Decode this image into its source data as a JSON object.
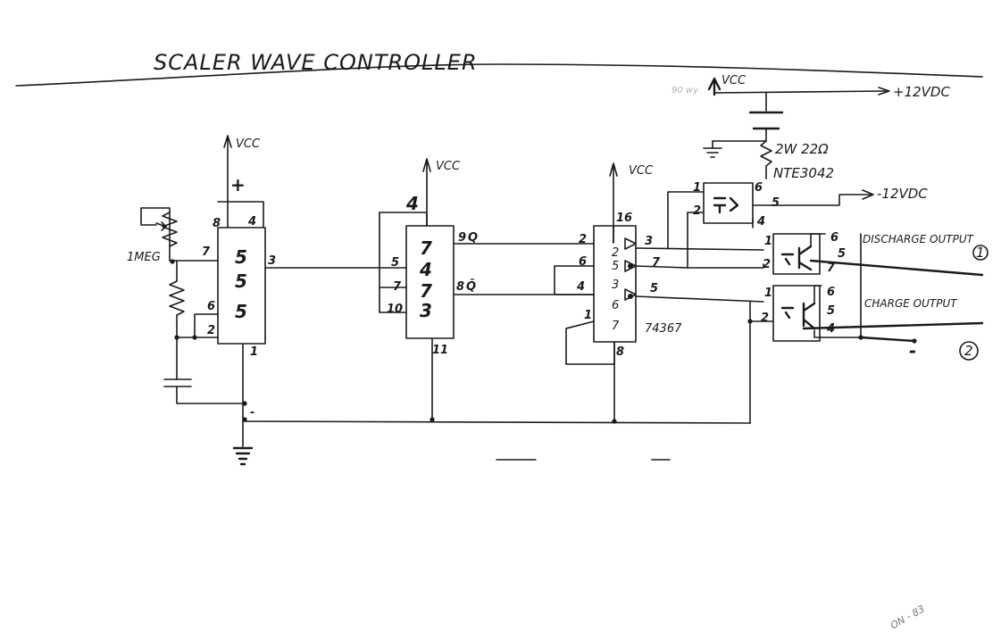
{
  "title": "SCALER WAVE CONTROLLER",
  "colors": {
    "ink": "#1a1a1a",
    "paper": "#ffffff"
  },
  "supply": {
    "vcc_555": "VCC",
    "vcc_4017": "VCC",
    "vcc_74367": "VCC",
    "vcc_top": "VCC",
    "plus": "+",
    "plus12": "+12VDC",
    "minus12": "-12VDC",
    "resistor": "2W 22Ω",
    "part": "NTE3042",
    "pot": "1MEG"
  },
  "ic555": {
    "body": [
      "5",
      "5",
      "5"
    ],
    "pins": {
      "p8": "8",
      "p4": "4",
      "p7": "7",
      "p3": "3",
      "p6": "6",
      "p2": "2",
      "p1": "1"
    }
  },
  "ic4017": {
    "body": [
      "7",
      "4",
      "7",
      "3"
    ],
    "pins": {
      "p4": "4",
      "p5": "5",
      "p7": "7",
      "p10": "10",
      "p9": "9",
      "q": "Q",
      "p8": "8",
      "qbar": "Q̄",
      "p11": "11"
    }
  },
  "ic74367": {
    "label": "74367",
    "pins": {
      "p16": "16",
      "p2": "2",
      "p6": "6",
      "p4": "4",
      "p1": "1",
      "p3": "3",
      "p7": "7",
      "p5": "5",
      "p8": "8"
    },
    "inner": {
      "a": "2",
      "b": "5",
      "c": "3",
      "d": "6",
      "e": "7"
    }
  },
  "optos": {
    "top": {
      "p1": "1",
      "p2": "2",
      "p6": "6",
      "p5": "5",
      "p7": "7"
    },
    "bottom": {
      "p1": "1",
      "p2": "2",
      "p6": "6",
      "p5": "5",
      "p4": "4"
    },
    "mosfet": {
      "p1": "1",
      "p2": "2",
      "p6": "6",
      "p5": "5",
      "p4": "4"
    }
  },
  "outputs": {
    "discharge": "DISCHARGE OUTPUT",
    "charge": "CHARGE OUTPUT",
    "out1": "1",
    "out2": "2",
    "minus": "-"
  },
  "scribble": "90 wy",
  "corner": "ON - 83"
}
